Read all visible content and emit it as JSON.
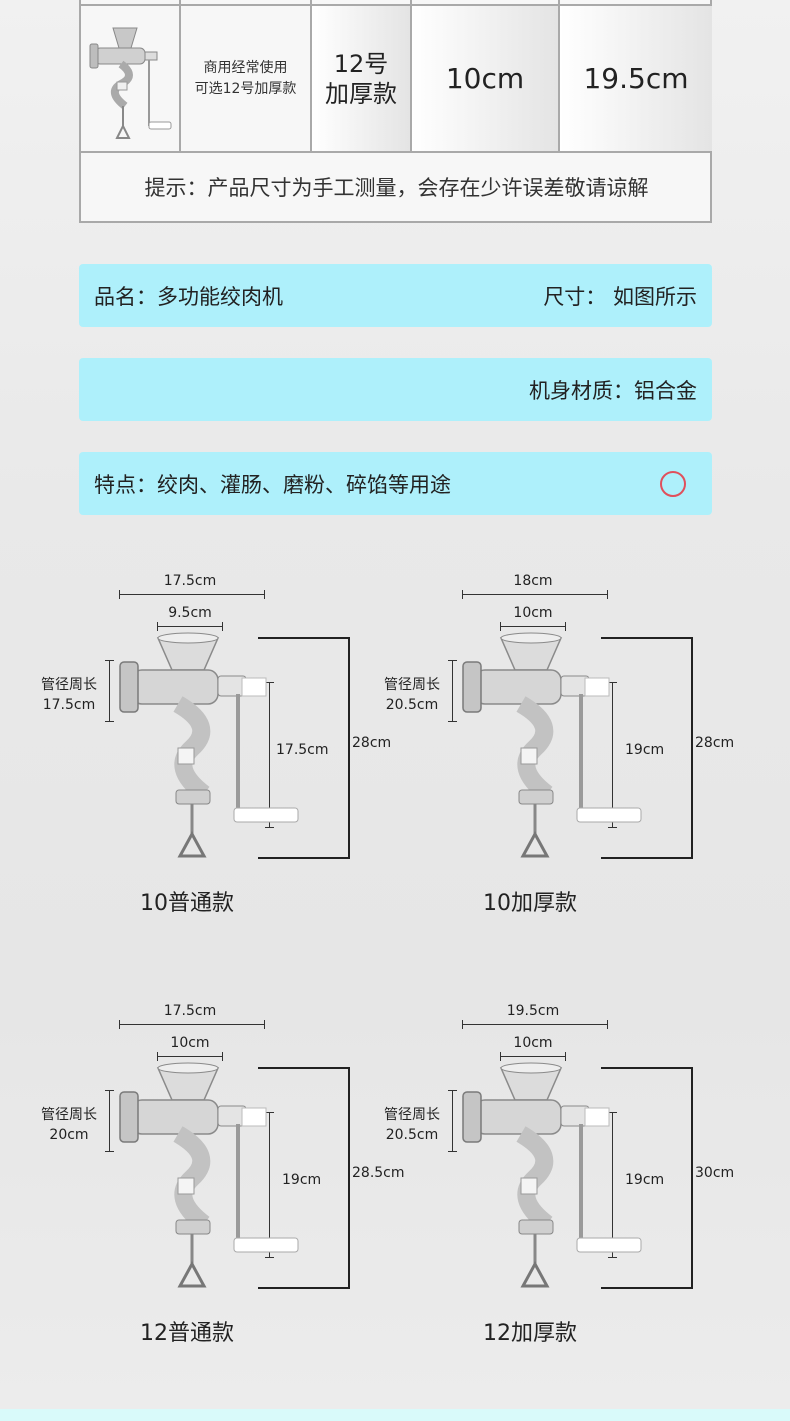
{
  "table": {
    "row": {
      "usage": "商用经常使用\n可选12号加厚款",
      "model": "12号\n加厚款",
      "size_a": "10cm",
      "size_b": "19.5cm"
    },
    "note": "提示：产品尺寸为手工测量，会存在少许误差敬请谅解"
  },
  "bars": {
    "name_label": "品名：多功能绞肉机",
    "size_label": "尺寸： 如图所示",
    "material_label": "机身材质：铝合金",
    "feature_label": "特点：绞肉、灌肠、磨粉、碎馅等用途"
  },
  "grinders": [
    {
      "caption": "10普通款",
      "width": "17.5cm",
      "hopper": "9.5cm",
      "tube_label": "管径周长",
      "tube": "17.5cm",
      "handle": "17.5cm",
      "height": "28cm"
    },
    {
      "caption": "10加厚款",
      "width": "18cm",
      "hopper": "10cm",
      "tube_label": "管径周长",
      "tube": "20.5cm",
      "handle": "19cm",
      "height": "28cm"
    },
    {
      "caption": "12普通款",
      "width": "17.5cm",
      "hopper": "10cm",
      "tube_label": "管径周长",
      "tube": "20cm",
      "handle": "19cm",
      "height": "28.5cm"
    },
    {
      "caption": "12加厚款",
      "width": "19.5cm",
      "hopper": "10cm",
      "tube_label": "管径周长",
      "tube": "20.5cm",
      "handle": "19cm",
      "height": "30cm"
    }
  ],
  "icons": {
    "bar3": "circle-outline-icon"
  },
  "colors": {
    "bar_bg": "#aef0fb",
    "circle": "#e0505c"
  }
}
